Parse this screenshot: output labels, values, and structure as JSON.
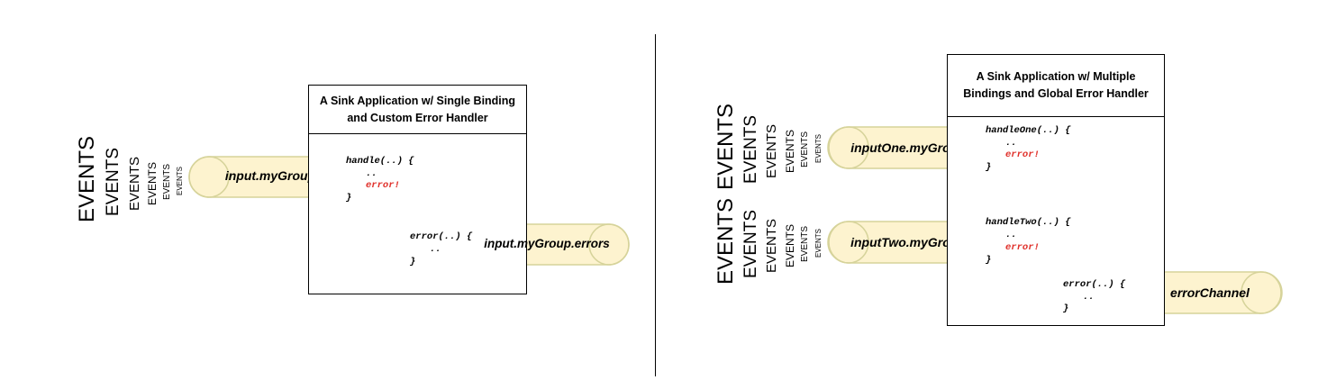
{
  "left": {
    "events": [
      "EVENTS",
      "EVENTS",
      "EVENTS",
      "EVENTS",
      "EVENTS"
    ],
    "app_title": "A Sink Application w/ Single Binding and Custom Error Handler",
    "input_label": "input.myGroup",
    "handler": {
      "open": "handle(..) {",
      "dots": "..",
      "error": "error!",
      "close": "}"
    },
    "error_handler": {
      "open": "error(..) {",
      "dots": "..",
      "close": "}"
    },
    "error_channel_label": "input.myGroup.errors"
  },
  "right": {
    "events_top": [
      "EVENTS",
      "EVENTS",
      "EVENTS",
      "EVENTS",
      "EVENTS"
    ],
    "events_bottom": [
      "EVENTS",
      "EVENTS",
      "EVENTS",
      "EVENTS",
      "EVENTS"
    ],
    "app_title": "A Sink Application w/ Multiple Bindings and Global Error Handler",
    "input_one_label": "inputOne.myGroup",
    "input_two_label": "inputTwo.myGroup",
    "handler_one": {
      "open": "handleOne(..) {",
      "dots": "..",
      "error": "error!",
      "close": "}"
    },
    "handler_two": {
      "open": "handleTwo(..) {",
      "dots": "..",
      "error": "error!",
      "close": "}"
    },
    "error_handler": {
      "open": "error(..) {",
      "dots": "..",
      "close": "}"
    },
    "error_channel_label": "errorChannel"
  },
  "colors": {
    "cylinder_fill": "#fdf3cf",
    "cylinder_stroke": "#d6d39a",
    "error_text": "#e0302a"
  }
}
